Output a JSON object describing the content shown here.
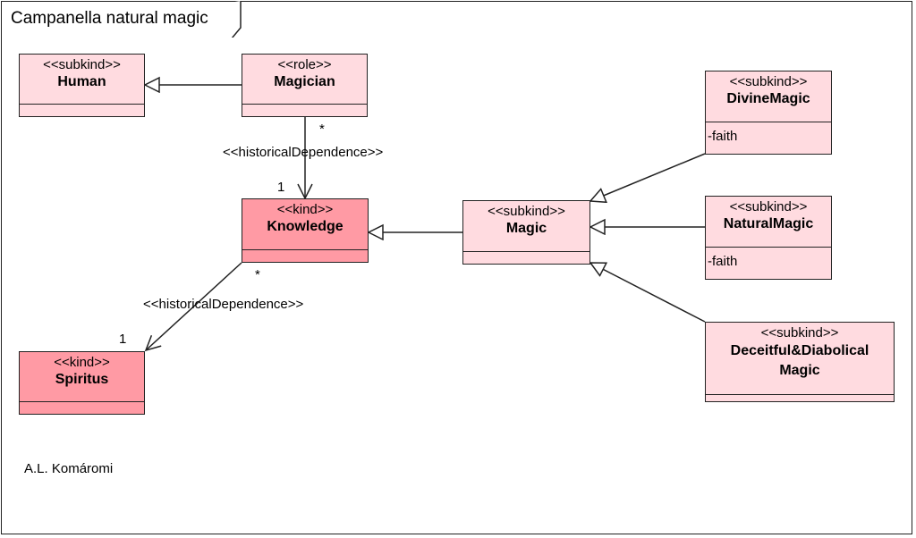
{
  "diagram": {
    "title": "Campanella natural magic",
    "author": "A.L. Komáromi",
    "colors": {
      "kind": "#ff9aa4",
      "subkind_role": "#ffdbe0",
      "line": "#222222"
    },
    "classes": {
      "human": {
        "stereotype": "<<subkind>>",
        "name": "Human",
        "attributes": []
      },
      "magician": {
        "stereotype": "<<role>>",
        "name": "Magician",
        "attributes": []
      },
      "knowledge": {
        "stereotype": "<<kind>>",
        "name": "Knowledge",
        "attributes": []
      },
      "spiritus": {
        "stereotype": "<<kind>>",
        "name": "Spiritus",
        "attributes": []
      },
      "magic": {
        "stereotype": "<<subkind>>",
        "name": "Magic",
        "attributes": []
      },
      "divine": {
        "stereotype": "<<subkind>>",
        "name": "DivineMagic",
        "attributes": [
          "-faith"
        ]
      },
      "natural": {
        "stereotype": "<<subkind>>",
        "name": "NaturalMagic",
        "attributes": [
          "-faith"
        ]
      },
      "deceitful": {
        "stereotype": "<<subkind>>",
        "name": "Deceitful&Diabolical Magic",
        "attributes": []
      }
    },
    "relations": {
      "magician_knowledge": {
        "stereotype": "<<historicalDependence>>",
        "source_mult": "*",
        "target_mult": "1"
      },
      "knowledge_spiritus": {
        "stereotype": "<<historicalDependence>>",
        "source_mult": "*",
        "target_mult": "1"
      }
    }
  }
}
